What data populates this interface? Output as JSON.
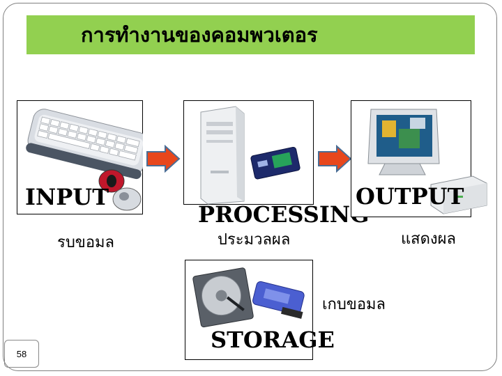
{
  "slide": {
    "title": "การทำงานของคอมพวเตอร",
    "page_number": "58",
    "colors": {
      "title_bg": "#92d050",
      "arrow_fill": "#e8471c",
      "arrow_stroke": "#4a6d95"
    }
  },
  "stages": {
    "input": {
      "label": "INPUT",
      "thai": "รบขอมล",
      "icons": [
        "keyboard-icon",
        "mouse-icon"
      ]
    },
    "processing": {
      "label": "PROCESSING",
      "thai": "ประมวลผล",
      "icons": [
        "computer-tower-icon",
        "cpu-chip-icon"
      ]
    },
    "output": {
      "label": "OUTPUT",
      "thai": "แสดงผล",
      "icons": [
        "monitor-icon",
        "printer-icon"
      ]
    },
    "storage": {
      "label": "STORAGE",
      "thai": "เกบขอมล",
      "icons": [
        "hard-disk-icon",
        "zip-drive-icon"
      ]
    }
  }
}
